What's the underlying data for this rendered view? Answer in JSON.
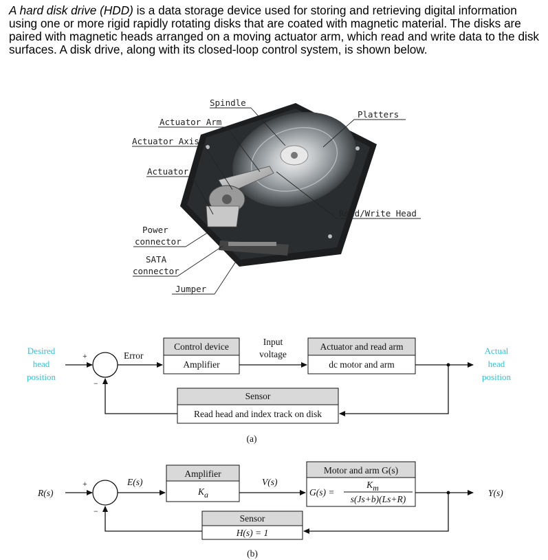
{
  "intro": {
    "lead": "A hard disk drive (HDD)",
    "text": " is a data storage device used for storing and retrieving digital information using one or more rigid rapidly rotating disks that are coated with magnetic material. The disks are paired with magnetic heads arranged on a moving actuator arm, which read and write data to the disk surfaces. A disk drive, along with its closed-loop control system, is shown below."
  },
  "photo_labels": {
    "spindle": "Spindle",
    "platters": "Platters",
    "actuator_arm": "Actuator Arm",
    "actuator_axis": "Actuator Axis",
    "actuator": "Actuator",
    "read_write_head": "Read/Write Head",
    "power_connector_1": "Power",
    "power_connector_2": "connector",
    "sata_1": "SATA",
    "sata_2": "connector",
    "jumper": "Jumper"
  },
  "diagram_a": {
    "input_1": "Desired",
    "input_2": "head",
    "input_3": "position",
    "plus": "+",
    "minus": "−",
    "error": "Error",
    "control_device": "Control device",
    "amplifier": "Amplifier",
    "input_voltage_1": "Input",
    "input_voltage_2": "voltage",
    "actuator_title": "Actuator and read arm",
    "actuator_sub": "dc motor and arm",
    "output_1": "Actual",
    "output_2": "head",
    "output_3": "position",
    "sensor_title": "Sensor",
    "sensor_sub": "Read head and index track on disk",
    "caption": "(a)"
  },
  "diagram_b": {
    "input": "R(s)",
    "plus": "+",
    "minus": "−",
    "error": "E(s)",
    "amplifier": "Amplifier",
    "amp_gain": "K",
    "amp_gain_sub": "a",
    "voltage": "V(s)",
    "motor_title": "Motor and arm G(s)",
    "g_lhs": "G(s) =",
    "g_num": "K",
    "g_num_sub": "m",
    "g_den": "s(Js+b)(Ls+R)",
    "output": "Y(s)",
    "sensor_title": "Sensor",
    "sensor_sub": "H(s) = 1",
    "caption": "(b)"
  },
  "colors": {
    "cyan_label": "#2ec4d6",
    "block_header": "#d9d9d9"
  }
}
